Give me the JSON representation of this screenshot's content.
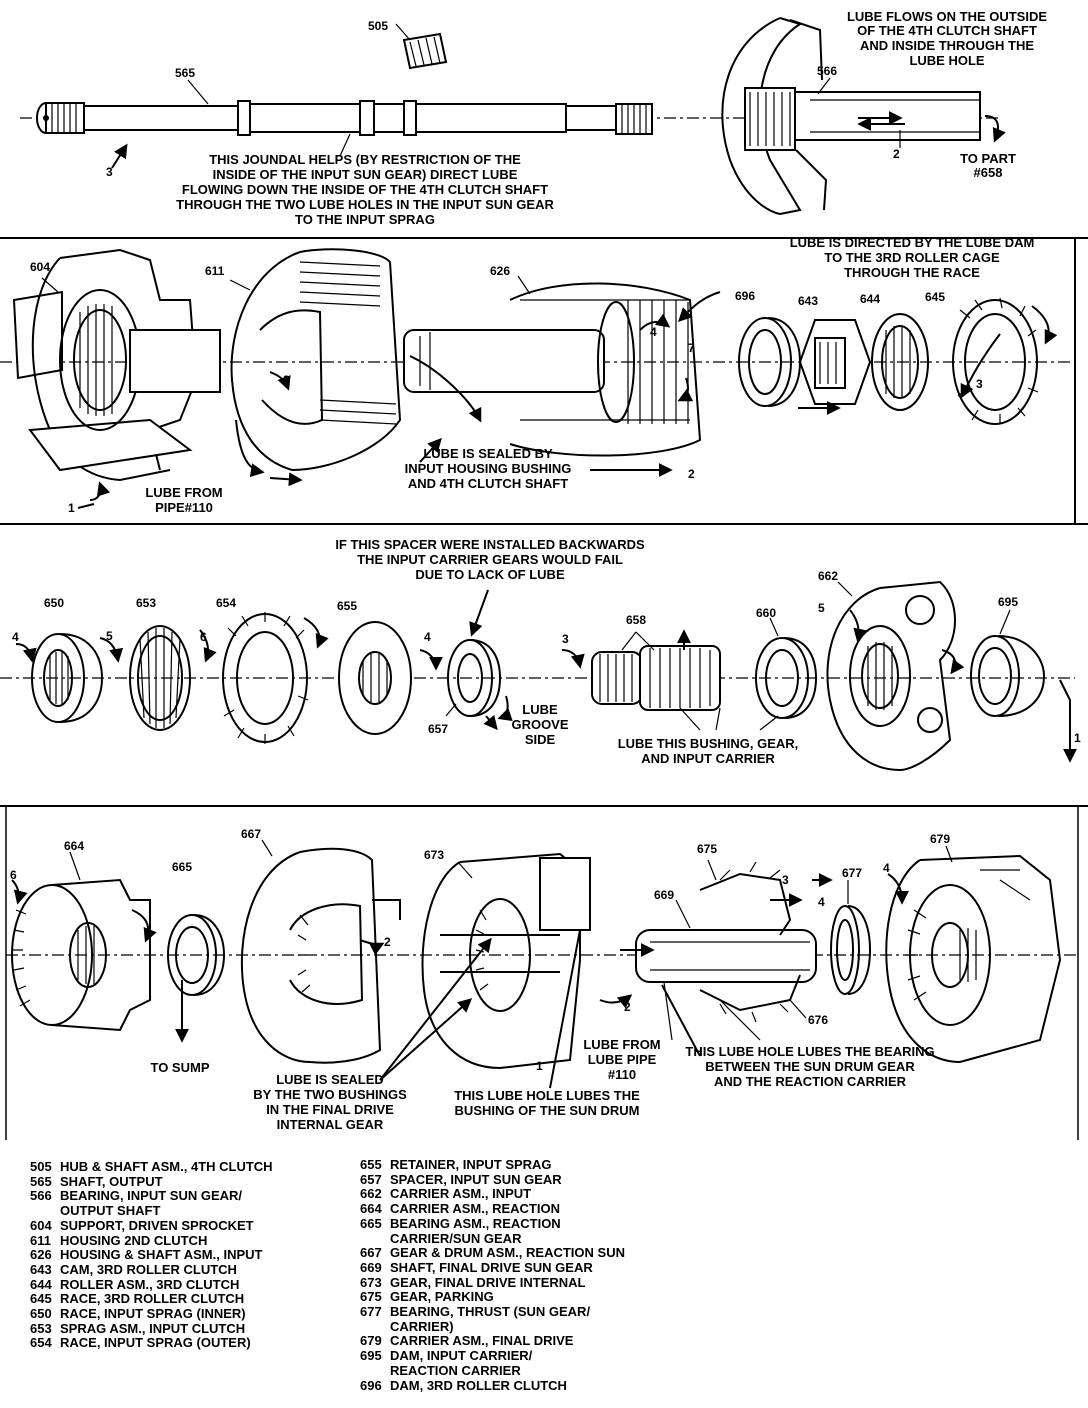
{
  "callouts": {
    "c505": "505",
    "c565": "565",
    "c566": "566",
    "c604": "604",
    "c611": "611",
    "c626": "626",
    "c696": "696",
    "c643": "643",
    "c644": "644",
    "c645": "645",
    "c650": "650",
    "c653": "653",
    "c654": "654",
    "c655": "655",
    "c657": "657",
    "c658": "658",
    "c660": "660",
    "c662": "662",
    "c695": "695",
    "c664": "664",
    "c665": "665",
    "c667": "667",
    "c673": "673",
    "c675": "675",
    "c669": "669",
    "c676": "676",
    "c677": "677",
    "c679": "679"
  },
  "flow_numbers": {
    "p1_3": "3",
    "p1_2": "2",
    "p2_2a": "2",
    "p2_4": "4",
    "p2_7": "7",
    "p2_3": "3",
    "p2_2b": "2",
    "p2_1": "1",
    "p3_4a": "4",
    "p3_5a": "5",
    "p3_6": "6",
    "p3_4b": "4",
    "p3_3": "3",
    "p3_5b": "5",
    "p3_1": "1",
    "p4_6": "6",
    "p4_2a": "2",
    "p4_3": "3",
    "p4_4a": "4",
    "p4_4b": "4",
    "p4_2b": "2",
    "p4_1": "1"
  },
  "notes": {
    "lube_outside_1": "LUBE FLOWS ON THE OUTSIDE",
    "lube_outside_2": "OF THE 4TH CLUTCH SHAFT",
    "lube_outside_3": "AND INSIDE THROUGH THE",
    "lube_outside_4": "LUBE HOLE",
    "to_part_1": "TO PART",
    "to_part_2": "#658",
    "journal_1": "THIS JOUNDAL HELPS (BY RESTRICTION OF THE",
    "journal_2": "INSIDE OF THE INPUT SUN GEAR) DIRECT LUBE",
    "journal_3": "FLOWING DOWN THE INSIDE OF THE 4TH CLUTCH SHAFT",
    "journal_4": "THROUGH THE TWO LUBE HOLES IN THE INPUT SUN GEAR",
    "journal_5": "TO THE INPUT SPRAG",
    "dam_1": "LUBE IS DIRECTED BY THE LUBE DAM",
    "dam_2": "TO THE 3RD ROLLER CAGE",
    "dam_3": "THROUGH THE RACE",
    "sealed_1": "LUBE IS SEALED BY",
    "sealed_2": "INPUT HOUSING BUSHING",
    "sealed_3": "AND 4TH CLUTCH SHAFT",
    "pipe_1": "LUBE FROM",
    "pipe_2": "PIPE#110",
    "spacer_1": "IF THIS SPACER WERE INSTALLED BACKWARDS",
    "spacer_2": "THE INPUT CARRIER GEARS WOULD FAIL",
    "spacer_3": "DUE TO LACK OF LUBE",
    "groove_1": "LUBE",
    "groove_2": "GROOVE",
    "groove_3": "SIDE",
    "bushing_1": "LUBE THIS BUSHING, GEAR,",
    "bushing_2": "AND INPUT CARRIER",
    "sump": "TO SUMP",
    "final_1": "LUBE IS SEALED",
    "final_2": "BY THE TWO BUSHINGS",
    "final_3": "IN THE FINAL DRIVE",
    "final_4": "INTERNAL GEAR",
    "sun_drum_1": "THIS LUBE HOLE LUBES THE",
    "sun_drum_2": "BUSHING OF THE SUN DRUM",
    "pipe110_1": "LUBE FROM",
    "pipe110_2": "LUBE PIPE",
    "pipe110_3": "#110",
    "bearing_1": "THIS LUBE HOLE LUBES THE BEARING",
    "bearing_2": "BETWEEN THE SUN DRUM GEAR",
    "bearing_3": "AND THE REACTION CARRIER"
  },
  "legend_left": [
    {
      "code": "505",
      "lines": [
        "HUB & SHAFT ASM., 4TH CLUTCH"
      ]
    },
    {
      "code": "565",
      "lines": [
        "SHAFT, OUTPUT"
      ]
    },
    {
      "code": "566",
      "lines": [
        "BEARING, INPUT SUN GEAR/",
        "OUTPUT SHAFT"
      ]
    },
    {
      "code": "604",
      "lines": [
        "SUPPORT, DRIVEN SPROCKET"
      ]
    },
    {
      "code": "611",
      "lines": [
        "HOUSING 2ND CLUTCH"
      ]
    },
    {
      "code": "626",
      "lines": [
        "HOUSING & SHAFT ASM., INPUT"
      ]
    },
    {
      "code": "643",
      "lines": [
        "CAM, 3RD ROLLER CLUTCH"
      ]
    },
    {
      "code": "644",
      "lines": [
        "ROLLER ASM., 3RD CLUTCH"
      ]
    },
    {
      "code": "645",
      "lines": [
        "RACE, 3RD ROLLER CLUTCH"
      ]
    },
    {
      "code": "650",
      "lines": [
        "RACE, INPUT SPRAG (INNER)"
      ]
    },
    {
      "code": "653",
      "lines": [
        "SPRAG ASM., INPUT CLUTCH"
      ]
    },
    {
      "code": "654",
      "lines": [
        "RACE, INPUT SPRAG (OUTER)"
      ]
    }
  ],
  "legend_right": [
    {
      "code": "655",
      "lines": [
        "RETAINER, INPUT SPRAG"
      ]
    },
    {
      "code": "657",
      "lines": [
        "SPACER, INPUT SUN GEAR"
      ]
    },
    {
      "code": "662",
      "lines": [
        "CARRIER ASM., INPUT"
      ]
    },
    {
      "code": "664",
      "lines": [
        "CARRIER ASM., REACTION"
      ]
    },
    {
      "code": "665",
      "lines": [
        "BEARING ASM., REACTION",
        "CARRIER/SUN GEAR"
      ]
    },
    {
      "code": "667",
      "lines": [
        "GEAR & DRUM ASM., REACTION SUN"
      ]
    },
    {
      "code": "669",
      "lines": [
        "SHAFT, FINAL DRIVE SUN GEAR"
      ]
    },
    {
      "code": "673",
      "lines": [
        "GEAR, FINAL DRIVE INTERNAL"
      ]
    },
    {
      "code": "675",
      "lines": [
        "GEAR, PARKING"
      ]
    },
    {
      "code": "677",
      "lines": [
        "BEARING, THRUST (SUN GEAR/",
        "CARRIER)"
      ]
    },
    {
      "code": "679",
      "lines": [
        "CARRIER ASM., FINAL DRIVE"
      ]
    },
    {
      "code": "695",
      "lines": [
        "DAM, INPUT CARRIER/",
        "REACTION CARRIER"
      ]
    },
    {
      "code": "696",
      "lines": [
        "DAM, 3RD ROLLER CLUTCH"
      ]
    }
  ]
}
